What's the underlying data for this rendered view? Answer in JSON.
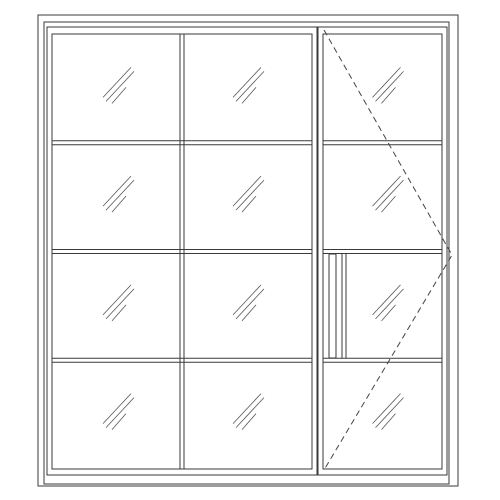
{
  "drawing": {
    "subject": "elevation",
    "fixed_panel": {
      "columns": 2,
      "rows": 4
    },
    "door_leaf": {
      "lites": 4,
      "handle_side": "left",
      "hinge_side": "right",
      "swing_indicator": "dashed"
    },
    "colors": {
      "line": "#3a3a3a",
      "background": "#ffffff"
    }
  }
}
